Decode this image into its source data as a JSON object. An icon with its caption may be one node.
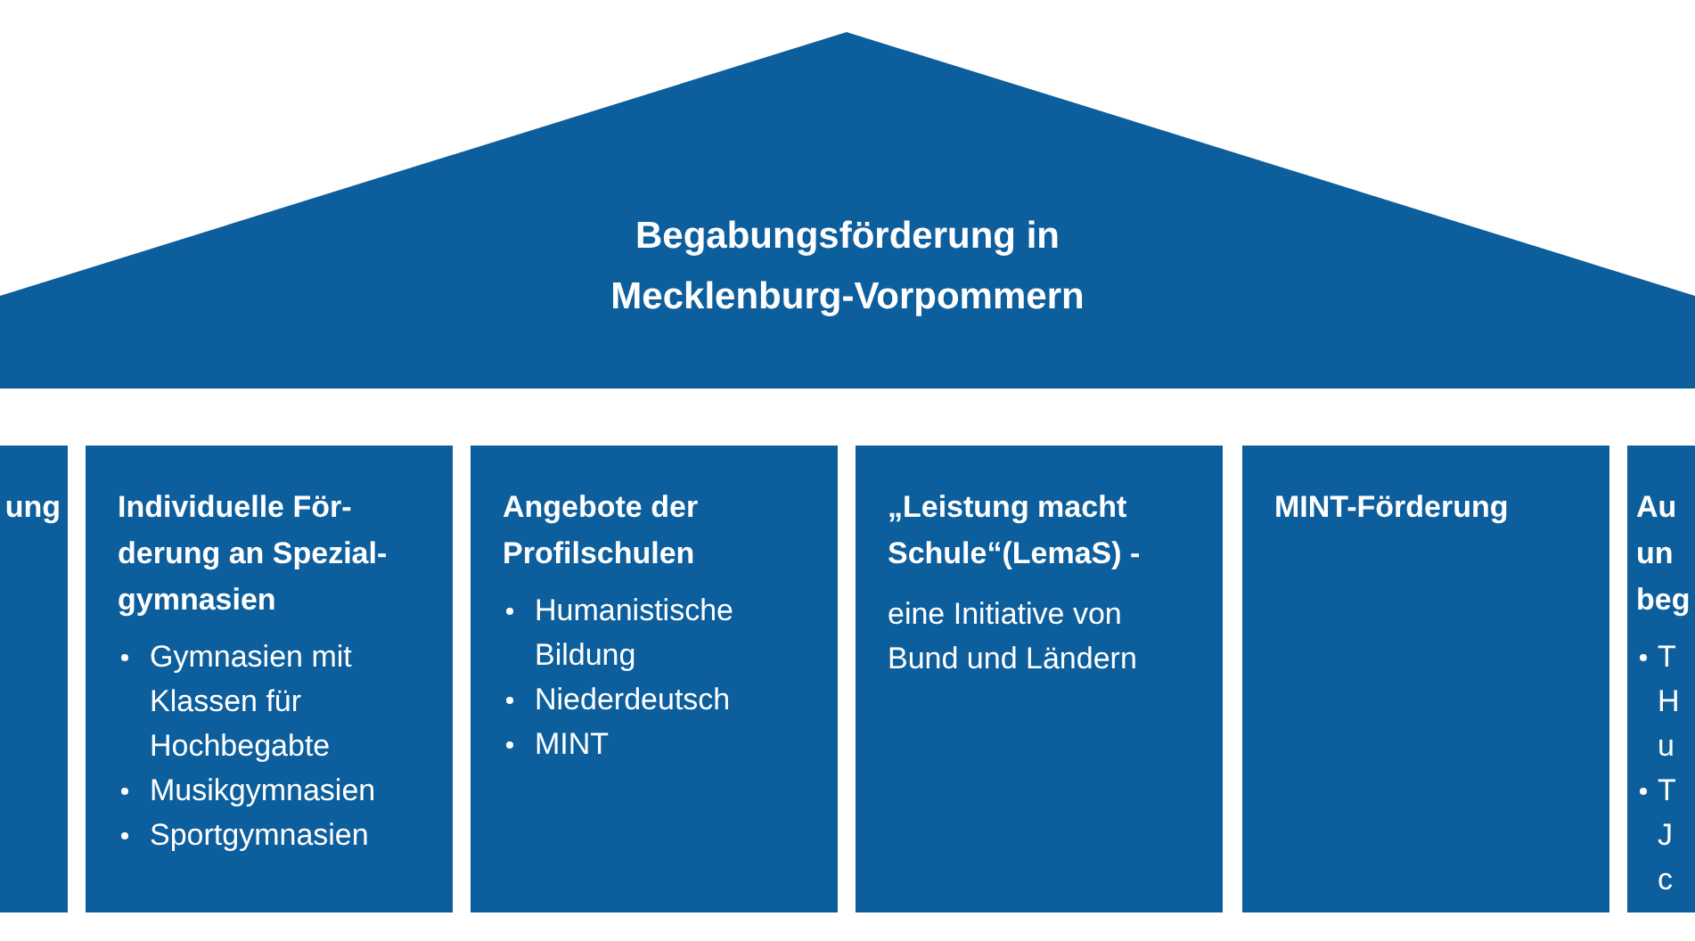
{
  "diagram": {
    "nodes": [
      {
        "text": [
          "Begabungsförderung in Mecklenburg-Vorpommern"
        ]
      },
      {
        "text": [
          "ung"
        ]
      },
      {
        "text": [
          "Individuelle För- derung an Spezial- gymnasien",
          "Gymnasien mit Klassen für Hochbegabte",
          "Musikgymnasien",
          "Sportgymnasien"
        ]
      },
      {
        "text": [
          "Angebote der Profilschulen",
          "Humanistische Bildung",
          "Niederdeutsch",
          "MINT"
        ]
      },
      {
        "text": [
          "„Leistung macht Schule“(LemaS) -",
          "eine Initiative von Bund und Ländern"
        ]
      },
      {
        "text": [
          "MINT-Förderung"
        ]
      },
      {
        "text": [
          "Au un beg",
          "T H u",
          "T J c"
        ]
      }
    ]
  }
}
